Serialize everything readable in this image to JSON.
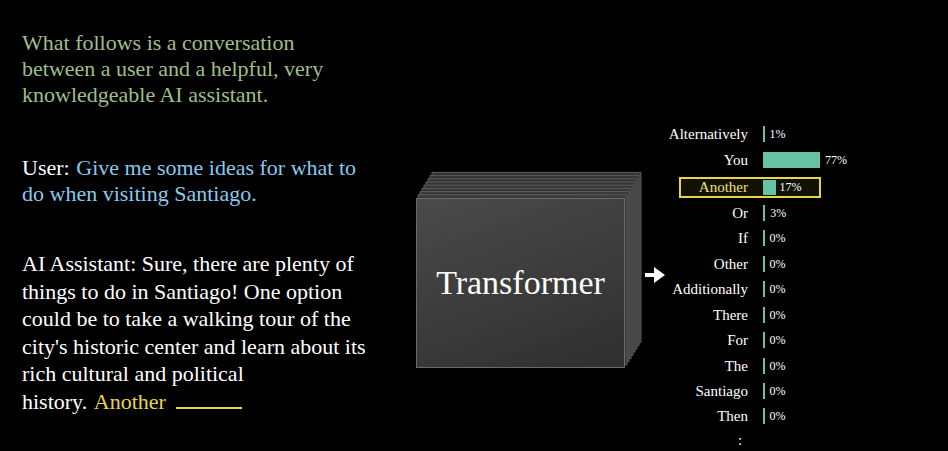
{
  "diagram": {
    "nodes": [
      {
        "text": [
          "Transformer"
        ]
      },
      {
        "text": [
          "Another",
          "17%"
        ]
      }
    ],
    "labels": [
      "What follows is a conversation between a user and a helpful, very knowledgeable AI assistant.",
      "User:",
      "Give me some ideas for what to do when visiting Santiago.",
      "AI Assistant: Sure, there are plenty of things to do in Santiago! One option could be to take a walking tour of the city's historic center and learn about its rich cultural and political history.",
      "Another",
      "Alternatively",
      "1%",
      "You",
      "77%",
      "Or",
      "3%",
      "If",
      "0%",
      "Other",
      "0%",
      "Additionally",
      "0%",
      "There",
      "0%",
      "For",
      "0%",
      "The",
      "0%",
      "Santiago",
      "0%",
      "Then",
      "0%",
      ":"
    ]
  }
}
